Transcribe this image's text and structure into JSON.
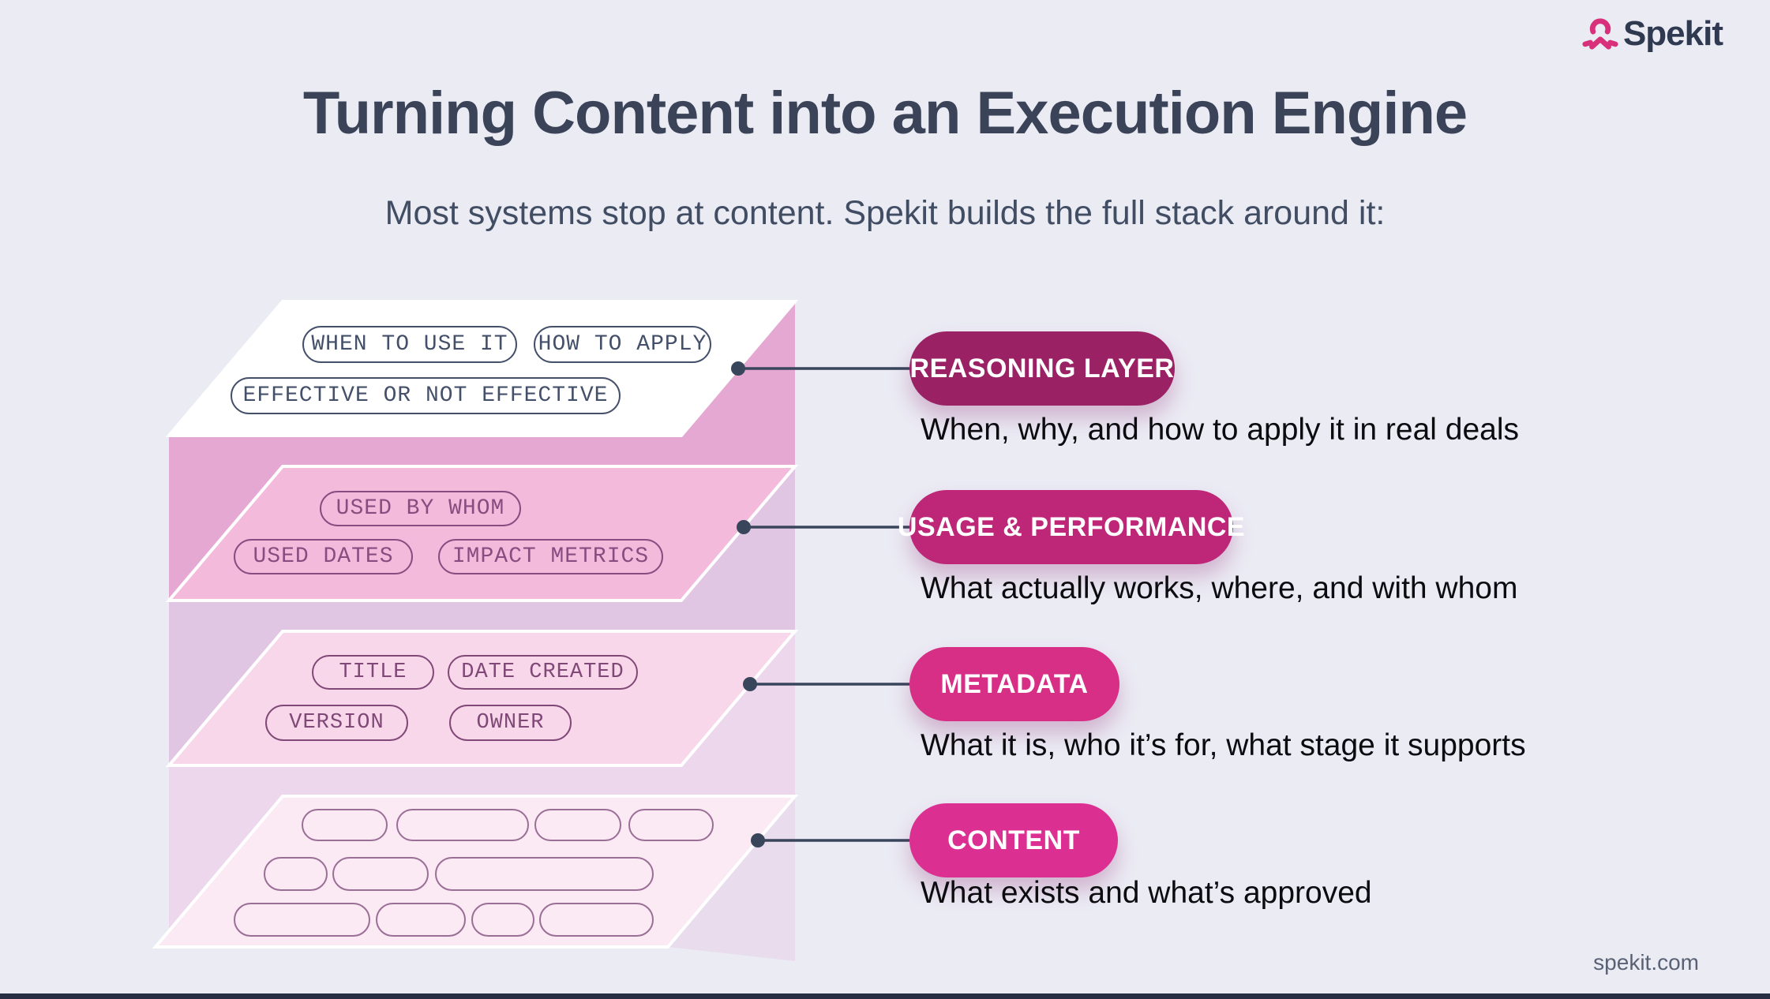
{
  "page": {
    "background": "#EBEBF4",
    "footer_bar_color": "#272D42"
  },
  "header": {
    "logo_text": "Spekit",
    "logo_color": "#2F3A50",
    "logo_icon_color": "#D8307A"
  },
  "title": "Turning Content into an Execution Engine",
  "subtitle": "Most systems stop at content. Spekit builds the full stack around it:",
  "footer": {
    "site": "spekit.com"
  },
  "layers": [
    {
      "id": "reasoning",
      "label": "REASONING LAYER",
      "description": "When, why, and how to apply it in real deals",
      "pill_color": "#9A2164",
      "face_color": "#FFFFFF",
      "curtain_color": "#E5A8D2",
      "tag_color": "#44506A",
      "tags": [
        "WHEN TO USE IT",
        "HOW TO APPLY",
        "EFFECTIVE OR NOT EFFECTIVE"
      ]
    },
    {
      "id": "usage-performance",
      "label": "USAGE & PERFORMANCE",
      "description": "What actually works, where, and with whom",
      "pill_color": "#BE2677",
      "face_color": "#F3BADC",
      "curtain_color": "#E1C6E3",
      "tag_color": "#8A4C80",
      "tags": [
        "USED BY WHOM",
        "USED DATES",
        "IMPACT METRICS"
      ]
    },
    {
      "id": "metadata",
      "label": "METADATA",
      "description": "What it is, who it’s for, what stage it supports",
      "pill_color": "#D72E86",
      "face_color": "#F8D7EB",
      "curtain_color": "#ECD7EC",
      "tag_color": "#7F4877",
      "tags": [
        "TITLE",
        "DATE CREATED",
        "VERSION",
        "OWNER"
      ]
    },
    {
      "id": "content",
      "label": "CONTENT",
      "description": "What exists and what’s approved",
      "pill_color": "#DB3092",
      "face_color": "#FBE9F4",
      "curtain_color": "#E9DCEC",
      "tag_color": "#9A6F96",
      "tags": []
    }
  ]
}
